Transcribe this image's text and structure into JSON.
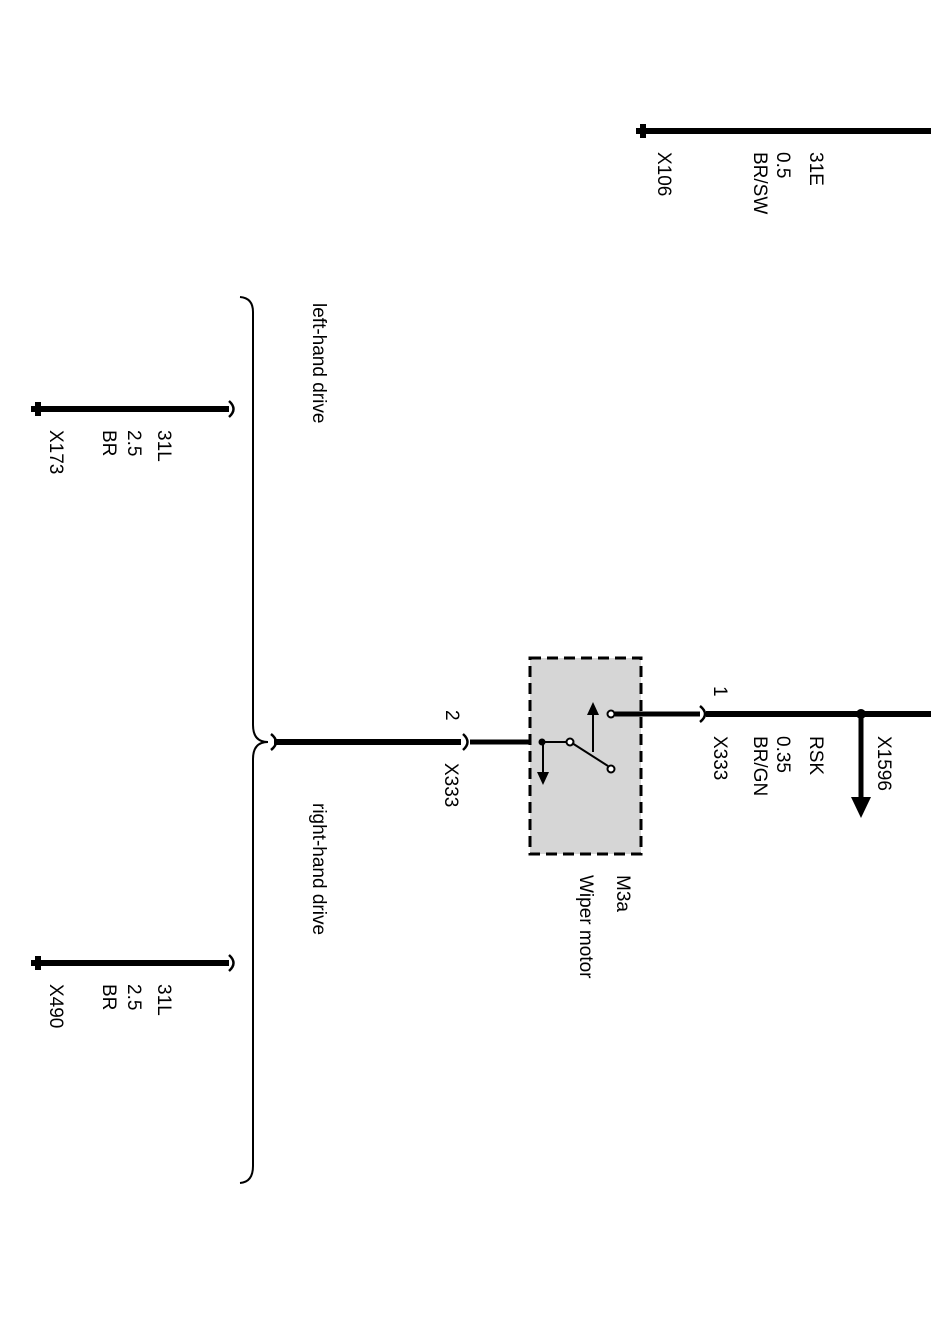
{
  "colors": {
    "wire": "#000000",
    "component_fill": "#d6d6d6",
    "background": "#ffffff"
  },
  "ground_top": {
    "terminal": "31E",
    "gauge": "0.5",
    "color": "BR/SW",
    "connector": "X106"
  },
  "ground_lhd": {
    "terminal": "31L",
    "gauge": "2.5",
    "color": "BR",
    "connector": "X173"
  },
  "ground_rhd": {
    "terminal": "31L",
    "gauge": "2.5",
    "color": "BR",
    "connector": "X490"
  },
  "brace": {
    "lhd_label": "left-hand drive",
    "rhd_label": "right-hand drive"
  },
  "wiper_motor": {
    "id": "M3a",
    "name": "Wiper motor",
    "pin_in": "1",
    "pin_out": "2",
    "connector_in": "X333",
    "connector_out": "X333"
  },
  "signal_wire": {
    "name": "RSK",
    "gauge": "0.35",
    "color": "BR/GN",
    "splice": "X1596"
  }
}
